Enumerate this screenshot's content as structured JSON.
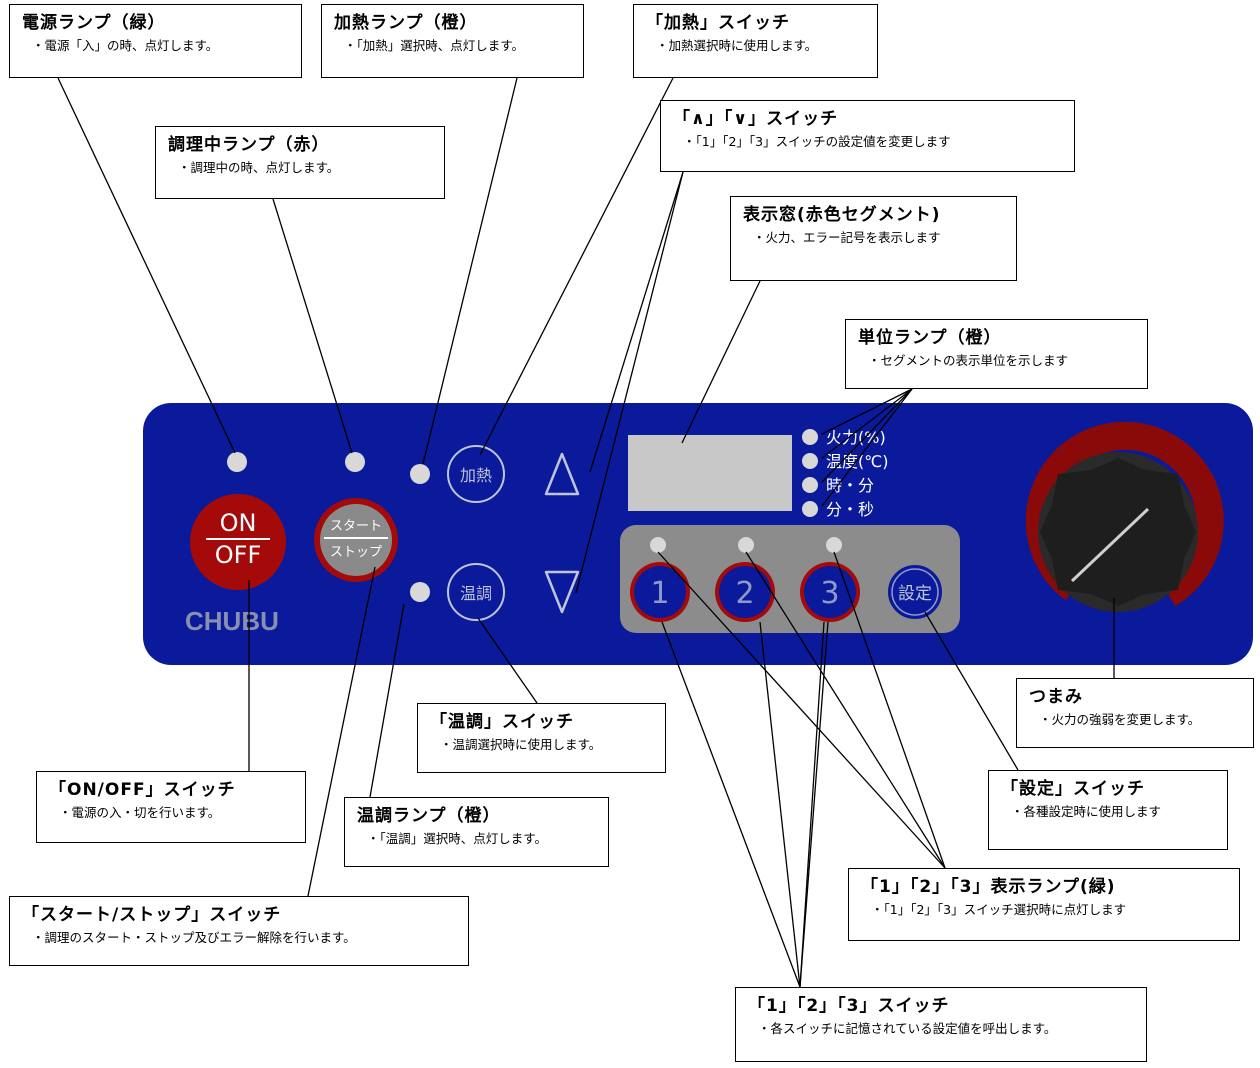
{
  "brand": "CHUBU",
  "panel": {
    "power_button": {
      "top": "ON",
      "bottom": "OFF"
    },
    "start_button": {
      "top": "スタート",
      "bottom": "ストップ"
    },
    "heat_button": "加熱",
    "temp_button": "温調",
    "up_symbol": "∧",
    "down_symbol": "∨",
    "unit_labels": [
      "火力(%)",
      "温度(℃)",
      "時・分",
      "分・秒"
    ],
    "memory_buttons": [
      "1",
      "2",
      "3"
    ],
    "set_button": "設定"
  },
  "callouts": [
    {
      "id": "power-lamp",
      "title": "電源ランプ（緑）",
      "desc": "・電源「入」の時、点灯します。"
    },
    {
      "id": "heat-lamp",
      "title": "加熱ランプ（橙）",
      "desc": "・「加熱」選択時、点灯します。"
    },
    {
      "id": "heat-switch",
      "title": "「加熱」スイッチ",
      "desc": "・加熱選択時に使用します。"
    },
    {
      "id": "updown-switch",
      "title": "「∧」「∨」スイッチ",
      "desc": "・「1」「2」「3」スイッチの設定値を変更します"
    },
    {
      "id": "cooking-lamp",
      "title": "調理中ランプ（赤）",
      "desc": "・調理中の時、点灯します。"
    },
    {
      "id": "display",
      "title": "表示窓(赤色セグメント)",
      "desc": "・火力、エラー記号を表示します"
    },
    {
      "id": "unit-lamp",
      "title": "単位ランプ（橙）",
      "desc": "・セグメントの表示単位を示します"
    },
    {
      "id": "knob",
      "title": "つまみ",
      "desc": "・火力の強弱を変更します。"
    },
    {
      "id": "temp-switch",
      "title": "「温調」スイッチ",
      "desc": "・温調選択時に使用します。"
    },
    {
      "id": "onoff-switch",
      "title": "「ON/OFF」スイッチ",
      "desc": "・電源の入・切を行います。"
    },
    {
      "id": "temp-lamp",
      "title": "温調ランプ（橙）",
      "desc": "・「温調」選択時、点灯します。"
    },
    {
      "id": "set-switch",
      "title": "「設定」スイッチ",
      "desc": "・各種設定時に使用します"
    },
    {
      "id": "num-lamp",
      "title": "「1」「2」「3」表示ランプ(緑)",
      "desc": "・「1」「2」「3」スイッチ選択時に点灯します"
    },
    {
      "id": "startstop-switch",
      "title": "「スタート/ストップ」スイッチ",
      "desc": "・調理のスタート・ストップ及びエラー解除を行います。"
    },
    {
      "id": "num-switch",
      "title": "「1」「2」「3」スイッチ",
      "desc": "・各スイッチに記憶されている設定値を呼出します。"
    }
  ]
}
